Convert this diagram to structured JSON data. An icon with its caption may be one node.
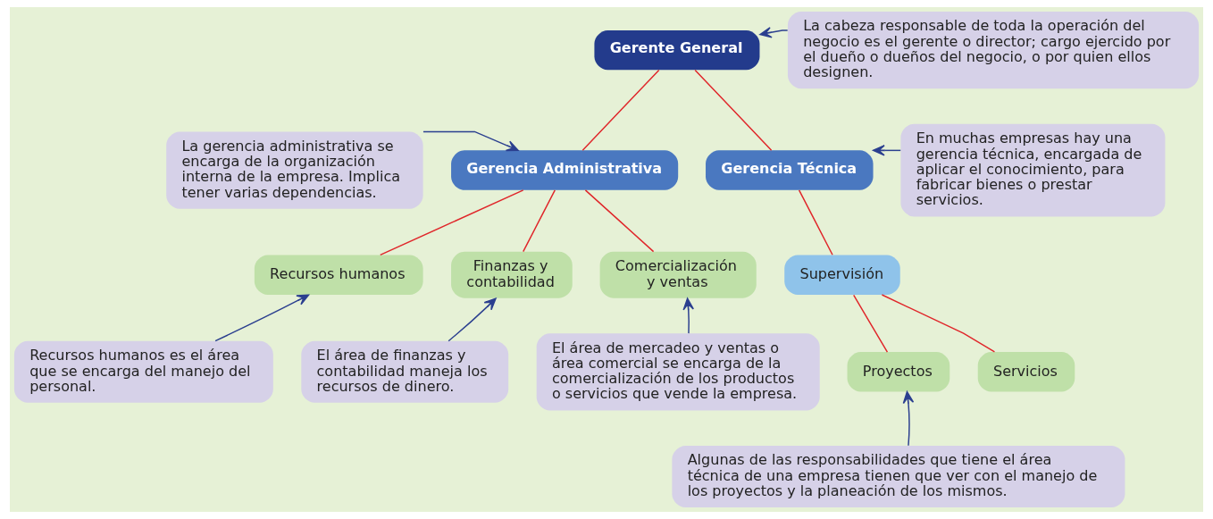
{
  "diagram": {
    "nodes": [
      {
        "text": [
          "Gerente General"
        ]
      },
      {
        "text": [
          "La cabeza responsable de toda la operación del negocio es el gerente o director; cargo ejercido por el dueño o dueños del negocio, o por quien ellos designen."
        ]
      },
      {
        "text": [
          "Gerencia Administrativa"
        ]
      },
      {
        "text": [
          "La gerencia administrativa se encarga de la organización interna de la empresa. Implica tener varias dependencias."
        ]
      },
      {
        "text": [
          "Gerencia Técnica"
        ]
      },
      {
        "text": [
          "En muchas empresas hay una gerencia técnica, encargada de aplicar el conocimiento, para fabricar bienes o prestar servicios."
        ]
      },
      {
        "text": [
          "Recursos humanos"
        ]
      },
      {
        "text": [
          "Finanzas y contabilidad"
        ]
      },
      {
        "text": [
          "Comercialización y ventas"
        ]
      },
      {
        "text": [
          "Supervisión"
        ]
      },
      {
        "text": [
          "Proyectos"
        ]
      },
      {
        "text": [
          "Servicios"
        ]
      },
      {
        "text": [
          "Recursos humanos es el área que se encarga del manejo del personal."
        ]
      },
      {
        "text": [
          "El área de finanzas y contabilidad maneja los recursos de dinero."
        ]
      },
      {
        "text": [
          "El área de mercadeo y ventas o área comercial se encarga de la comercialización de los productos o servicios que vende la empresa."
        ]
      },
      {
        "text": [
          "Algunas de las responsabilidades que tiene el área técnica de una empresa tienen que ver con el manejo de los proyectos y la planeación de los mismos."
        ]
      }
    ],
    "edges": [
      {
        "from": 0,
        "to": 2,
        "arrow": "none"
      },
      {
        "from": 0,
        "to": 4,
        "arrow": "none"
      },
      {
        "from": 1,
        "to": 0,
        "arrow": "to",
        "color": "#2b3f8f"
      },
      {
        "from": 3,
        "to": 2,
        "arrow": "to",
        "color": "#2b3f8f"
      },
      {
        "from": 5,
        "to": 4,
        "arrow": "to",
        "color": "#2b3f8f"
      },
      {
        "from": 2,
        "to": 6,
        "arrow": "none"
      },
      {
        "from": 2,
        "to": 7,
        "arrow": "none"
      },
      {
        "from": 2,
        "to": 8,
        "arrow": "none"
      },
      {
        "from": 4,
        "to": 9,
        "arrow": "none"
      },
      {
        "from": 9,
        "to": 10,
        "arrow": "none"
      },
      {
        "from": 9,
        "to": 11,
        "arrow": "none"
      },
      {
        "from": 12,
        "to": 6,
        "arrow": "to",
        "color": "#2b3f8f"
      },
      {
        "from": 13,
        "to": 7,
        "arrow": "to",
        "color": "#2b3f8f"
      },
      {
        "from": 14,
        "to": 8,
        "arrow": "to",
        "color": "#2b3f8f"
      },
      {
        "from": 15,
        "to": 10,
        "arrow": "to",
        "color": "#2b3f8f"
      }
    ]
  }
}
